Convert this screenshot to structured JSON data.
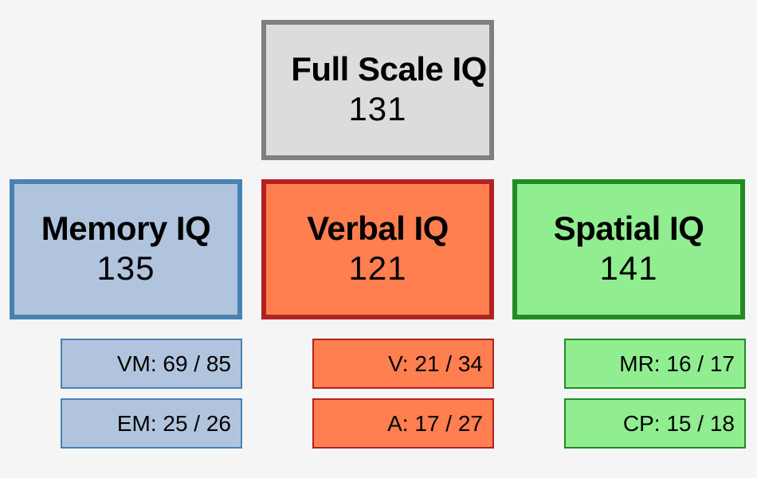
{
  "full_scale": {
    "title": "Full Scale IQ",
    "score": "131"
  },
  "indices": [
    {
      "title": "Memory IQ",
      "score": "135",
      "subtests": [
        "VM: 69 / 85",
        "EM: 25 / 26"
      ]
    },
    {
      "title": "Verbal IQ",
      "score": "121",
      "subtests": [
        "V: 21 / 34",
        "A: 17 / 27"
      ]
    },
    {
      "title": "Spatial IQ",
      "score": "141",
      "subtests": [
        "MR: 16 / 17",
        "CP: 15 / 18"
      ]
    }
  ],
  "colors": {
    "background": "#f5f5f5",
    "full_scale_fill": "#dcdcdc",
    "full_scale_border": "#7f7f7f",
    "memory_fill": "#b0c4de",
    "memory_border": "#4682b4",
    "verbal_fill": "#ff7f50",
    "verbal_border": "#b22222",
    "spatial_fill": "#90ee90",
    "spatial_border": "#228b22"
  }
}
